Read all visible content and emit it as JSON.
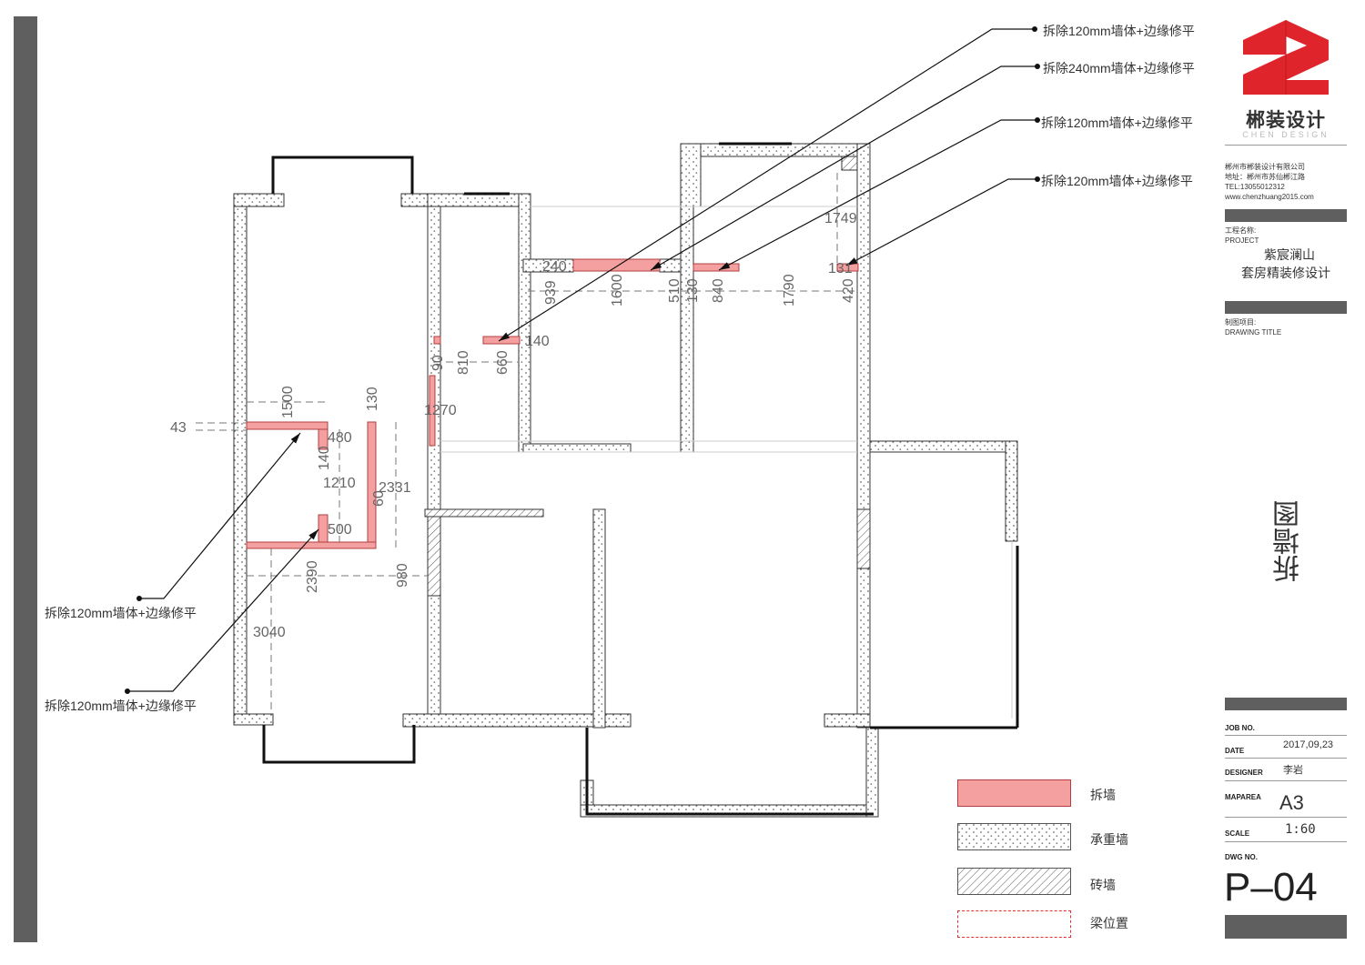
{
  "annotations": {
    "top": [
      "拆除120mm墙体+边缘修平",
      "拆除240mm墙体+边缘修平",
      "拆除120mm墙体+边缘修平",
      "拆除120mm墙体+边缘修平"
    ],
    "left": [
      "拆除120mm墙体+边缘修平",
      "拆除120mm墙体+边缘修平"
    ]
  },
  "dimensions": [
    "240",
    "939",
    "1600",
    "510",
    "130",
    "840",
    "1790",
    "131",
    "420",
    "1749",
    "140",
    "810",
    "660",
    "90",
    "1270",
    "1500",
    "130",
    "43",
    "480",
    "140",
    "1210",
    "2331",
    "60",
    "500",
    "2390",
    "980",
    "3040"
  ],
  "legend": [
    {
      "label": "拆墙",
      "color": "#f4a0a0"
    },
    {
      "label": "承重墙"
    },
    {
      "label": "砖墙"
    },
    {
      "label": "梁位置",
      "color": "#e03030"
    }
  ],
  "title_block": {
    "logo_name": "郴装设计",
    "logo_sub": "CHEN DESIGN",
    "company": "郴州市郴装设计有限公司",
    "address": "地址：郴州市苏仙郴江路",
    "tel": "TEL:13055012312",
    "website": "www.chenzhuang2015.com",
    "project_label_cn": "工程名称:",
    "project_label_en": "PROJECT",
    "project_name_1": "紫宸澜山",
    "project_name_2": "套房精装修设计",
    "drawing_label_cn": "制图项目:",
    "drawing_label_en": "DRAWING TITLE",
    "drawing_title": "拆墙图",
    "job_no_label": "JOB NO.",
    "date_label": "DATE",
    "date": "2017,09,23",
    "designer_label": "DESIGNER",
    "designer": "李岩",
    "maparea_label": "MAPAREA",
    "maparea": "A3",
    "scale_label": "SCALE",
    "scale": "1:60",
    "dwg_no_label": "DWG NO.",
    "dwg_no": "P–04"
  },
  "colors": {
    "demolish": "#f4a0a0",
    "logo": "#e0242b",
    "bar": "#5f5f5f"
  }
}
